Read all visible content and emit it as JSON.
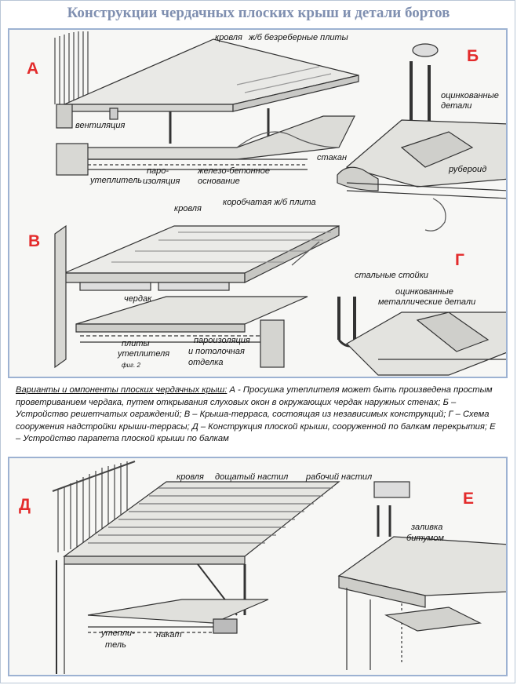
{
  "title": "Конструкции чердачных плоских крыш и детали бортов",
  "letters": {
    "a": "А",
    "b": "Б",
    "v": "В",
    "g": "Г",
    "d": "Д",
    "e": "Е"
  },
  "labels": {
    "a_krovlya": "кровля",
    "a_plity": "ж/б безреберные плиты",
    "a_vent": "вентиляция",
    "a_parois1": "паро-",
    "a_parois2": "изоляция",
    "a_zhb1": "железо-бетонное",
    "a_zhb2": "основание",
    "a_uteplitel": "утеплитель",
    "b_ocink1": "оцинкованные",
    "b_ocink2": "детали",
    "b_stakan": "стакан",
    "b_ruberoid": "рубероид",
    "v_krovlya": "кровля",
    "v_plita": "коробчатая ж/б плита",
    "v_cherdak": "чердак",
    "v_plity": "плиты",
    "v_uteplitelya": "утеплителя",
    "v_fig": "фиг. 2",
    "v_parois": "пароизоляция",
    "v_potol1": "и потолочная",
    "v_potol2": "отделка",
    "g_stoyki": "стальные стойки",
    "g_ocink1": "оцинкованные",
    "g_ocink2": "металлические детали",
    "d_krovlya": "кровля",
    "d_nastil": "дощатый настил",
    "d_rabochiy": "рабочий настил",
    "d_utepl1": "утепли-",
    "d_utepl2": "тель",
    "d_nakat": "накат",
    "e_zaliv1": "заливка",
    "e_zaliv2": "битумом"
  },
  "caption": {
    "lead": "Варианты и омпоненты плоских чердачных крыш:",
    "text": " А - Просушка утеплителя может быть произведена простым проветриванием чердака, путем открывания слуховых окон в окружающих чердак наружных стенах; Б – Устройство решетчатых ограждений; В – Крыша-терраса, состоящая из независимых конструкций; Г – Схема сооружения надстройки крыши-террасы; Д – Конструкция плоской крыши, сооруженной по балкам перекрытия; Е – Устройство парапета плоской крыши по балкам"
  },
  "colors": {
    "accent_letters": "#e32b2b",
    "panel_border": "#9db2d2",
    "title": "#7f8fb0"
  }
}
